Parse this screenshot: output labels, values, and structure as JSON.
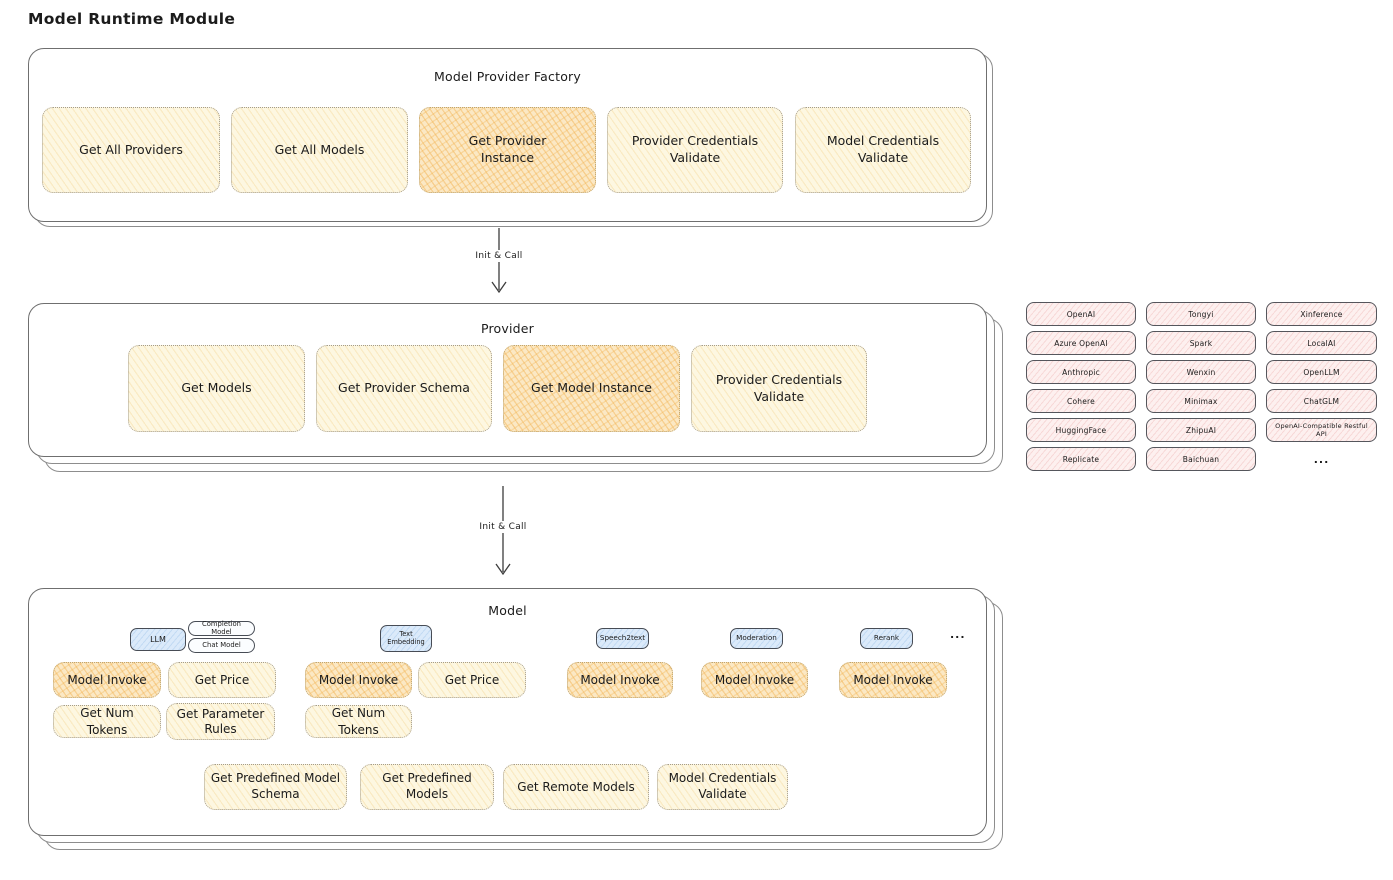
{
  "title": "Model Runtime Module",
  "factory": {
    "title": "Model Provider Factory",
    "boxes": [
      "Get All Providers",
      "Get All Models",
      "Get Provider Instance",
      "Provider Credentials Validate",
      "Model Credentials Validate"
    ]
  },
  "arrows": {
    "label1": "Init & Call",
    "label2": "Init & Call"
  },
  "provider": {
    "title": "Provider",
    "boxes": [
      "Get Models",
      "Get Provider Schema",
      "Get Model Instance",
      "Provider Credentials Validate"
    ]
  },
  "providers": {
    "items": [
      "OpenAI",
      "Tongyi",
      "Xinference",
      "Azure OpenAI",
      "Spark",
      "LocalAI",
      "Anthropic",
      "Wenxin",
      "OpenLLM",
      "Cohere",
      "Minimax",
      "ChatGLM",
      "HuggingFace",
      "ZhipuAI",
      "OpenAI-Compatible Restful API",
      "Replicate",
      "Baichuan"
    ],
    "more": "..."
  },
  "model": {
    "title": "Model",
    "tags": {
      "llm": "LLM",
      "completion_model": "Completion Model",
      "chat_model": "Chat Model",
      "text_embedding": "Text Embedding",
      "speech2text": "Speech2text",
      "moderation": "Moderation",
      "rerank": "Rerank",
      "more": "..."
    },
    "functions": {
      "model_invoke": "Model Invoke",
      "get_price": "Get Price",
      "get_num_tokens": "Get Num Tokens",
      "get_parameter_rules": "Get Parameter Rules",
      "get_predefined_model_schema": "Get Predefined Model Schema",
      "get_predefined_models": "Get Predefined Models",
      "get_remote_models": "Get Remote Models",
      "model_credentials_validate": "Model Credentials Validate"
    }
  },
  "colors": {
    "highlight_fill": "#fbe8c4",
    "light_fill": "#fdf7e1",
    "provider_chip_fill": "#fdf0ef",
    "type_tag_fill": "#dbeafa",
    "container_border": "#6f6f6f",
    "text": "#1b1b1b"
  }
}
